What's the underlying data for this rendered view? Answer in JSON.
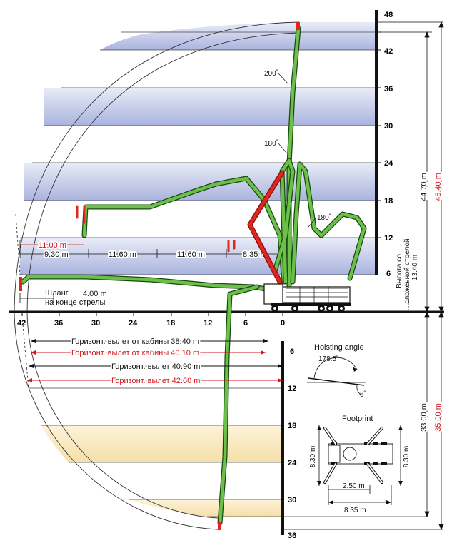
{
  "vertical_scale_upper": [
    "48",
    "42",
    "36",
    "30",
    "24",
    "18",
    "12",
    "6"
  ],
  "vertical_scale_lower": [
    "6",
    "12",
    "18",
    "24",
    "30",
    "36"
  ],
  "horizontal_scale": [
    "42",
    "36",
    "30",
    "24",
    "18",
    "12",
    "6",
    "0"
  ],
  "dimensions": {
    "reach_red_top": "11.00 m",
    "seg1": "9.30 m",
    "seg2": "11.60 m",
    "seg3": "11.60 m",
    "seg4": "8.35 m",
    "hose": "4.00 m",
    "hose_label_1": "Шланг",
    "hose_label_2": "на конце стрелы",
    "height_total": "44.70 m",
    "height_total_red": "46.40 m",
    "depth": "33.00 m",
    "depth_red": "35.00 m",
    "folded_height_label_1": "Высота со",
    "folded_height_label_2": "сложенной стрелой",
    "folded_height_value": "13.40 m"
  },
  "angles": {
    "a200": "200˚",
    "a180_top": "180˚",
    "a180_right": "180˚"
  },
  "reach_lines": [
    {
      "label": "Горизонт. вылет от кабины ",
      "value": "38.40 m",
      "color": "#111111"
    },
    {
      "label": "Горизонт. вылет от кабины ",
      "value": "40.10 m",
      "color": "#d4161c"
    },
    {
      "label": "Горизонт. вылет ",
      "value": "40.90 m",
      "color": "#111111"
    },
    {
      "label": "Горизонт. вылет ",
      "value": "42.60 m",
      "color": "#d4161c"
    }
  ],
  "hoisting": {
    "title": "Hoisting angle",
    "angle_top": "178.5˚",
    "angle_bottom": "6˚"
  },
  "footprint": {
    "title": "Footprint",
    "left_height": "8.30 m",
    "right_height": "8.30 m",
    "inner_width": "2.50 m",
    "outer_width": "8.35 m"
  },
  "colors": {
    "boom_green": "#6cc04a",
    "boom_outline": "#1a4a12",
    "red_boom": "#e0261f",
    "band_blue": "#c7cde9",
    "band_blue_top": "#a9b3de",
    "band_tan": "#f8e6b8",
    "accent_red": "#d4161c"
  }
}
